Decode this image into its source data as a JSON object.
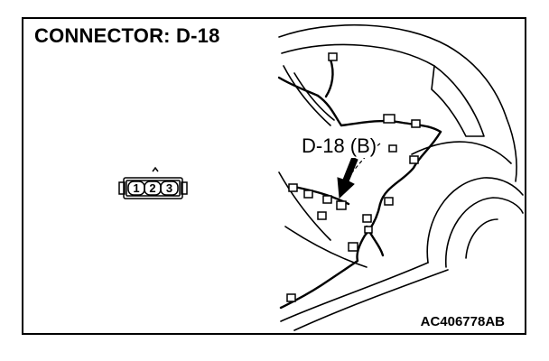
{
  "diagram": {
    "title": "CONNECTOR: D-18",
    "callout_label": "D-18 (B)",
    "figure_code": "AC406778AB",
    "connector": {
      "pins": [
        "1",
        "2",
        "3"
      ]
    }
  }
}
